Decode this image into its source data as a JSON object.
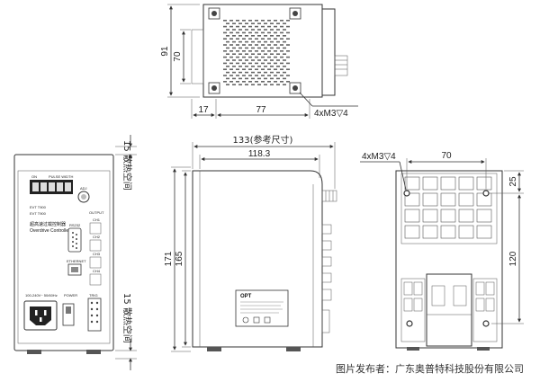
{
  "top_view": {
    "dims": {
      "height_91": "91",
      "height_70": "70",
      "width_17": "17",
      "width_77": "77",
      "screw_note": "4xM3▽4"
    }
  },
  "front_view": {
    "space_label_top": "15 散热空间",
    "space_label_bottom": "15 散热空间",
    "panel": {
      "on_label": "ON",
      "pulse_width_label": "PULSE WIDTH",
      "adj_label": "ADJ",
      "output_label": "OUTPUT",
      "model_line_1": "EVT T900",
      "model_line_2": "EVT T900",
      "title_cn": "超高速过载控制器",
      "title_en": "Overdrive Controller",
      "channels": [
        "CH1",
        "CH2",
        "CH3",
        "CH4"
      ],
      "rs232_label": "RS232",
      "ethernet_label": "ETHERNET",
      "trig_label": "TRIG",
      "power_label": "POWER",
      "voltage_label": "100-240V~ 50/60Hz"
    }
  },
  "side_view": {
    "dims": {
      "length_ref": "133(参考尺寸)",
      "length_118": "118.3",
      "height_171": "171",
      "height_165": "165"
    },
    "label_brand": "OPT"
  },
  "back_view": {
    "dims": {
      "screw_note": "4xM3▽4",
      "width_70": "70",
      "height_25": "25",
      "height_120": "120"
    }
  },
  "credit": "图片发布者：广东奥普特科技股份有限公司"
}
